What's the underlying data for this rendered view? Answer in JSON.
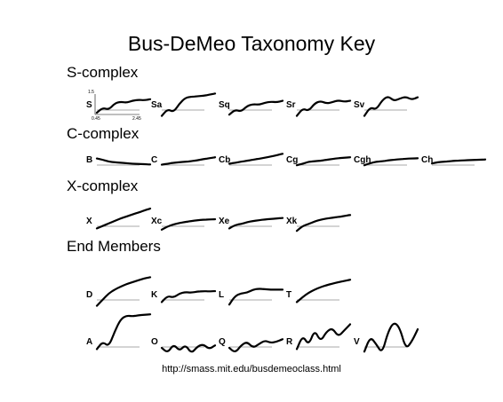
{
  "title": "Bus-DeMeo Taxonomy Key",
  "footer": "http://smass.mit.edu/busdemeoclass.html",
  "sections": [
    {
      "label": "S-complex"
    },
    {
      "label": "C-complex"
    },
    {
      "label": "X-complex"
    },
    {
      "label": "End Members"
    }
  ],
  "axis_ticks": {
    "y_max": "1.5",
    "x_min": "0.45",
    "x_max": "2.45"
  },
  "classes": [
    {
      "section": 0,
      "name": "S",
      "profile": [
        0.18,
        0.38,
        0.3,
        0.55,
        0.62,
        0.58,
        0.66,
        0.7,
        0.68,
        0.72
      ]
    },
    {
      "section": 0,
      "name": "Sa",
      "profile": [
        0.05,
        0.32,
        0.2,
        0.55,
        0.78,
        0.82,
        0.84,
        0.86,
        0.9,
        0.95
      ]
    },
    {
      "section": 0,
      "name": "Sq",
      "profile": [
        0.1,
        0.3,
        0.22,
        0.45,
        0.52,
        0.5,
        0.58,
        0.62,
        0.6,
        0.66
      ]
    },
    {
      "section": 0,
      "name": "Sr",
      "profile": [
        0.05,
        0.35,
        0.25,
        0.55,
        0.65,
        0.55,
        0.6,
        0.68,
        0.62,
        0.66
      ]
    },
    {
      "section": 0,
      "name": "Sv",
      "profile": [
        0.05,
        0.4,
        0.3,
        0.68,
        0.85,
        0.65,
        0.75,
        0.82,
        0.7,
        0.8
      ]
    },
    {
      "section": 1,
      "name": "B",
      "profile": [
        0.55,
        0.5,
        0.42,
        0.4,
        0.38,
        0.36,
        0.34,
        0.33,
        0.32,
        0.31
      ]
    },
    {
      "section": 1,
      "name": "C",
      "profile": [
        0.3,
        0.34,
        0.38,
        0.4,
        0.42,
        0.44,
        0.48,
        0.52,
        0.56,
        0.6
      ]
    },
    {
      "section": 1,
      "name": "Cb",
      "profile": [
        0.34,
        0.38,
        0.42,
        0.46,
        0.5,
        0.54,
        0.58,
        0.63,
        0.68,
        0.74
      ]
    },
    {
      "section": 1,
      "name": "Cg",
      "profile": [
        0.28,
        0.34,
        0.42,
        0.44,
        0.46,
        0.5,
        0.53,
        0.56,
        0.58,
        0.6
      ]
    },
    {
      "section": 1,
      "name": "Cgh",
      "profile": [
        0.28,
        0.36,
        0.42,
        0.44,
        0.47,
        0.5,
        0.52,
        0.54,
        0.55,
        0.56
      ]
    },
    {
      "section": 1,
      "name": "Ch",
      "profile": [
        0.35,
        0.4,
        0.42,
        0.44,
        0.46,
        0.47,
        0.48,
        0.49,
        0.5,
        0.51
      ]
    },
    {
      "section": 2,
      "name": "X",
      "profile": [
        0.2,
        0.3,
        0.4,
        0.5,
        0.6,
        0.68,
        0.76,
        0.84,
        0.92,
        1.0
      ]
    },
    {
      "section": 2,
      "name": "Xc",
      "profile": [
        0.15,
        0.28,
        0.36,
        0.42,
        0.46,
        0.5,
        0.53,
        0.55,
        0.56,
        0.57
      ]
    },
    {
      "section": 2,
      "name": "Xe",
      "profile": [
        0.2,
        0.34,
        0.38,
        0.45,
        0.5,
        0.53,
        0.56,
        0.58,
        0.6,
        0.62
      ]
    },
    {
      "section": 2,
      "name": "Xk",
      "profile": [
        0.1,
        0.3,
        0.38,
        0.48,
        0.55,
        0.6,
        0.63,
        0.66,
        0.7,
        0.74
      ]
    },
    {
      "section": 3,
      "name": "D",
      "profile": [
        0.05,
        0.3,
        0.55,
        0.7,
        0.82,
        0.92,
        1.0,
        1.08,
        1.15,
        1.2
      ]
    },
    {
      "section": 3,
      "name": "K",
      "profile": [
        0.2,
        0.45,
        0.38,
        0.55,
        0.6,
        0.58,
        0.62,
        0.64,
        0.63,
        0.64
      ]
    },
    {
      "section": 3,
      "name": "L",
      "profile": [
        0.1,
        0.45,
        0.55,
        0.58,
        0.7,
        0.74,
        0.72,
        0.7,
        0.7,
        0.7
      ]
    },
    {
      "section": 3,
      "name": "T",
      "profile": [
        0.2,
        0.4,
        0.58,
        0.7,
        0.8,
        0.88,
        0.94,
        1.0,
        1.05,
        1.1
      ]
    },
    {
      "section": 4,
      "name": "A",
      "profile": [
        0.2,
        0.5,
        0.3,
        0.9,
        1.4,
        1.55,
        1.52,
        1.56,
        1.58,
        1.6
      ]
    },
    {
      "section": 4,
      "name": "O",
      "profile": [
        0.25,
        0.05,
        0.4,
        0.12,
        0.38,
        0.02,
        0.3,
        0.4,
        0.2,
        0.35
      ]
    },
    {
      "section": 4,
      "name": "Q",
      "profile": [
        0.25,
        0.05,
        0.35,
        0.5,
        0.25,
        0.4,
        0.55,
        0.45,
        0.5,
        0.6
      ]
    },
    {
      "section": 4,
      "name": "R",
      "profile": [
        0.2,
        0.75,
        0.35,
        0.98,
        0.5,
        0.9,
        1.05,
        0.7,
        0.95,
        1.2
      ]
    },
    {
      "section": 4,
      "name": "V",
      "profile": [
        0.1,
        0.7,
        0.4,
        0.02,
        0.9,
        1.3,
        1.05,
        0.2,
        0.5,
        1.0
      ]
    }
  ]
}
